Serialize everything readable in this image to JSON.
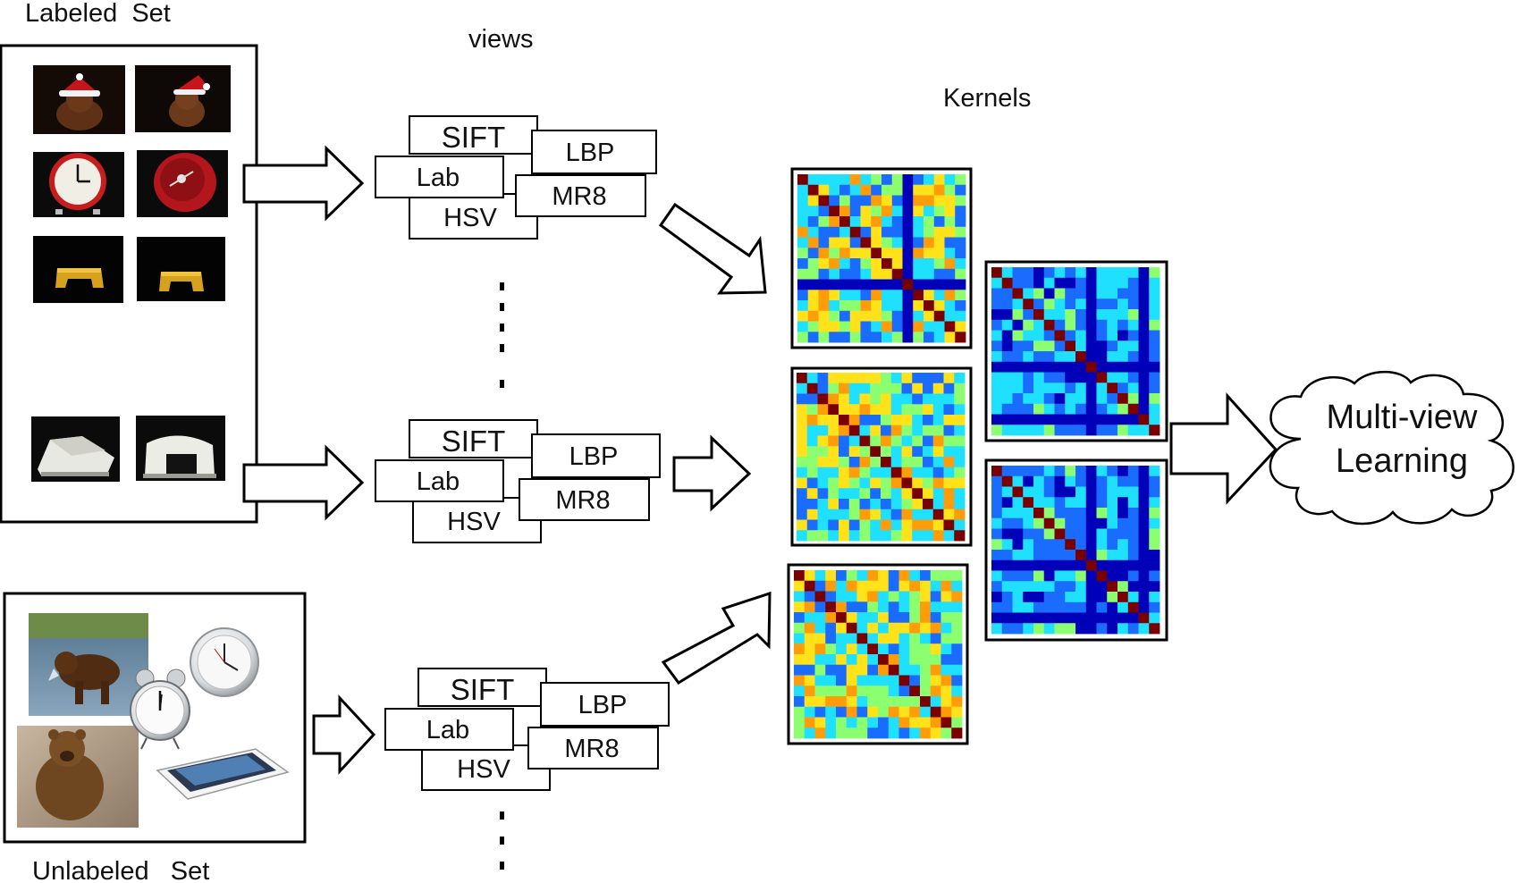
{
  "labels": {
    "labeled_set": "Labeled  Set",
    "unlabeled_set": "Unlabeled   Set",
    "views": "views",
    "kernels": "Kernels",
    "output_line1": "Multi-view",
    "output_line2": "Learning"
  },
  "features": {
    "sift": "SIFT",
    "lbp": "LBP",
    "lab": "Lab",
    "mr8": "MR8",
    "hsv": "HSV"
  },
  "labeled_images": [
    "teddy-bear-hat-1",
    "teddy-bear-hat-2",
    "alarm-clock-white",
    "alarm-clock-red",
    "yellow-stapler-1",
    "yellow-stapler-2",
    "hole-punch-1",
    "hole-punch-2"
  ],
  "unlabeled_images": [
    "bear-in-river",
    "silver-alarm-clock",
    "small-alarm-clock",
    "brown-bear-sitting",
    "tablet"
  ],
  "colors": {
    "stroke": "#000000",
    "diag": "#7a0000",
    "dark_blue": "#0000b8",
    "blue": "#1a6cff",
    "cyan": "#1fe0ff",
    "green": "#8cff70",
    "yellow": "#ffe21a",
    "orange": "#ff9c0a"
  }
}
